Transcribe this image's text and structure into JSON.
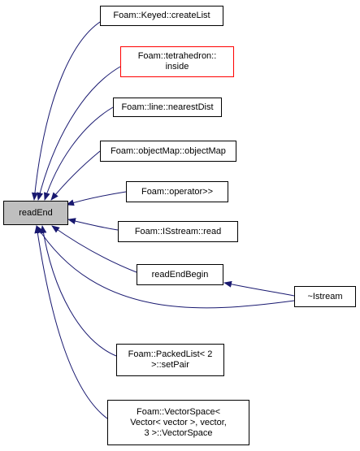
{
  "graph": {
    "focus": {
      "label": "readEnd"
    },
    "callers": [
      {
        "id": "keyed-createlist",
        "label": "Foam::Keyed::createList",
        "border": "#000000"
      },
      {
        "id": "tetrahedron-inside",
        "label": "Foam::tetrahedron::\ninside",
        "border": "#ff0000"
      },
      {
        "id": "line-nearestdist",
        "label": "Foam::line::nearestDist",
        "border": "#000000"
      },
      {
        "id": "objectmap-objectmap",
        "label": "Foam::objectMap::objectMap",
        "border": "#000000"
      },
      {
        "id": "operator-shift",
        "label": "Foam::operator>>",
        "border": "#000000"
      },
      {
        "id": "isstream-read",
        "label": "Foam::ISstream::read",
        "border": "#000000"
      },
      {
        "id": "readendbegin",
        "label": "readEndBegin",
        "border": "#000000"
      },
      {
        "id": "istream-destructor",
        "label": "~Istream",
        "border": "#000000"
      },
      {
        "id": "packedlist-setpair",
        "label": "Foam::PackedList< 2\n>::setPair",
        "border": "#000000"
      },
      {
        "id": "vectorspace-vectorspace",
        "label": "Foam::VectorSpace<\nVector< vector >, vector,\n3 >::VectorSpace",
        "border": "#000000"
      }
    ],
    "edge_color": "#191970"
  }
}
